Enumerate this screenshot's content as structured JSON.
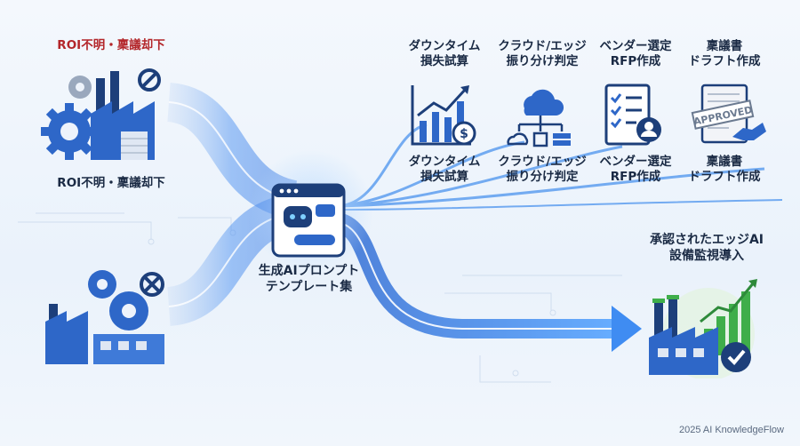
{
  "left_top": {
    "title": "ROI不明・稟議却下",
    "caption": "ROI不明・稟議却下"
  },
  "center": {
    "label_line1": "生成AIプロンプト",
    "label_line2": "テンプレート集"
  },
  "tasks": [
    {
      "line1": "ダウンタイム",
      "line2": "損失試算",
      "icon": "line-chart-dollar-icon"
    },
    {
      "line1": "クラウド/エッジ",
      "line2": "振り分け判定",
      "icon": "cloud-network-icon"
    },
    {
      "line1": "ベンダー選定",
      "line2": "RFP作成",
      "icon": "checklist-document-icon"
    },
    {
      "line1": "稟議書",
      "line2": "ドラフト作成",
      "icon": "approved-handshake-icon"
    }
  ],
  "approved_stamp": "APPROVED",
  "result": {
    "line1": "承認されたエッジAI",
    "line2": "設備監視導入"
  },
  "footer": "2025 AI KnowledgeFlow",
  "colors": {
    "accent": "#2f6fd6",
    "dark": "#1d3f7a",
    "red": "#b3262a",
    "green": "#3fae4a"
  }
}
